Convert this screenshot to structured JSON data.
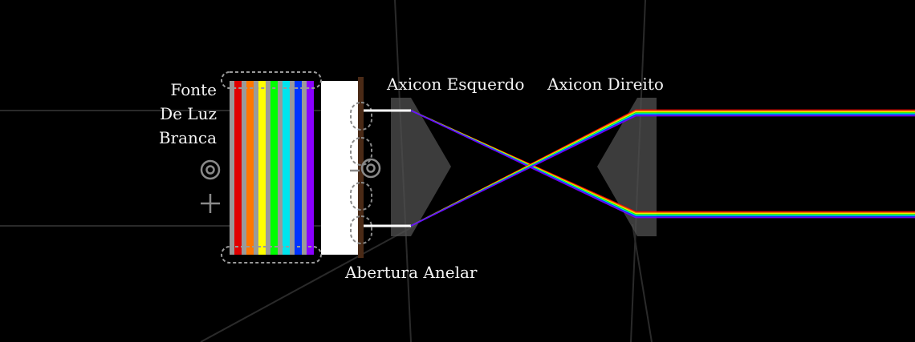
{
  "labels": {
    "source_line1": "Fonte",
    "source_line2": "De Luz",
    "source_line3": "Branca",
    "left_axicon": "Axicon Esquerdo",
    "right_axicon": "Axicon Direito",
    "aperture": "Abertura Anelar"
  },
  "source_stripes": [
    "#9a9a9a",
    "#e00000",
    "#9a9a9a",
    "#ff7700",
    "#9a9a9a",
    "#ffff00",
    "#9a9a9a",
    "#00ff00",
    "#9a9a9a",
    "#00e5ee",
    "#9a9a9a",
    "#0033ff",
    "#9a9a9a",
    "#8a00ff"
  ],
  "colors": {
    "background": "#000000",
    "aperture": "#4a2a16",
    "axicon": "#505050",
    "beam_white": "#ffffff",
    "handle": "#7a7a7a"
  },
  "spectrum": [
    "#ff0000",
    "#ff8800",
    "#ffff00",
    "#00ff00",
    "#00e0ff",
    "#0033ff",
    "#7a00ff"
  ],
  "icons": [
    "rotate-handle-icon",
    "move-handle-icon"
  ]
}
